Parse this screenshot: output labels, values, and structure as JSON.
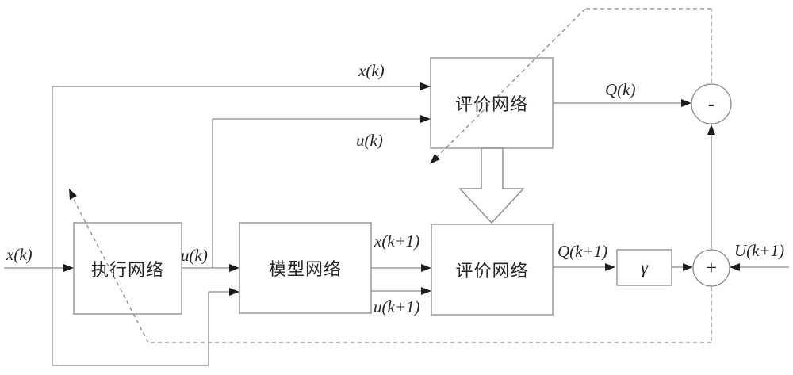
{
  "nodes": {
    "actor": "执行网络",
    "model": "模型网络",
    "critic_top": "评价网络",
    "critic_bottom": "评价网络",
    "gamma": "γ",
    "minus": "-",
    "plus": "+"
  },
  "labels": {
    "x_k_input": "x(k)",
    "x_k_critic": "x(k)",
    "u_k_actor": "u(k)",
    "u_k_critic": "u(k)",
    "x_k1": "x(k+1)",
    "u_k1": "u(k+1)",
    "q_k": "Q(k)",
    "q_k1": "Q(k+1)",
    "utility_u_k1": "U(k+1)"
  },
  "colors": {
    "line": "#8a8a8a",
    "arrowhead": "#1c1c1c",
    "text": "#262626",
    "background": "#ffffff"
  }
}
